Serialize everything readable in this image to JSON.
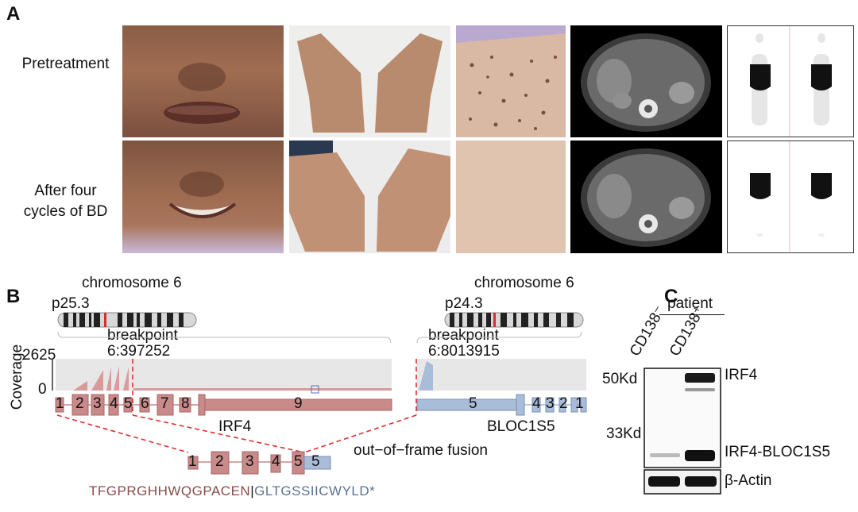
{
  "panelA": {
    "letter": "A",
    "row_labels": {
      "pre": "Pretreatment",
      "post_line1": "After four",
      "post_line2": "cycles of BD"
    },
    "images": [
      "face-pretreatment-photo",
      "hands-pretreatment-photo",
      "back-skin-pretreatment-photo",
      "ct-abdomen-pretreatment-scan",
      "pet-whole-body-pretreatment-scan",
      "face-post-treatment-photo",
      "hands-post-treatment-photo",
      "back-skin-post-treatment-photo",
      "ct-abdomen-post-treatment-scan",
      "pet-whole-body-post-treatment-scan"
    ]
  },
  "panelB": {
    "letter": "B",
    "left": {
      "chrom_title": "chromosome 6",
      "band": "p25.3",
      "bp_label": "breakpoint",
      "bp_coord": "6:397252",
      "gene": "IRF4",
      "exons": [
        "1",
        "2",
        "3",
        "4",
        "5",
        "6",
        "7",
        "8",
        "9"
      ]
    },
    "right": {
      "chrom_title": "chromosome 6",
      "band": "p24.3",
      "bp_label": "breakpoint",
      "bp_coord": "6:8013915",
      "gene": "BLOC1S5",
      "exons": [
        "5",
        "4",
        "3",
        "2",
        "1"
      ]
    },
    "coverage": {
      "axis_label": "Coverage",
      "max": "2625",
      "min": "0"
    },
    "fusion": {
      "label": "out−of−frame fusion",
      "exons": [
        "1",
        "2",
        "3",
        "4",
        "5",
        "5"
      ],
      "seq_left": "TFGPRGHHWQGPACEN",
      "sep": "|",
      "seq_right": "GLTGSSIICWYLD*"
    },
    "colors": {
      "irf4": "#c98a8a",
      "bloc": "#a9bcd8",
      "dash": "#e03030",
      "seq_left": "#8a4a4a",
      "seq_right": "#5a7290"
    }
  },
  "panelC": {
    "letter": "C",
    "group": "patient",
    "lanes": [
      "CD138⁻",
      "CD138⁺"
    ],
    "mw": [
      "50Kd",
      "33Kd"
    ],
    "bands": [
      "IRF4",
      "IRF4-BLOC1S5",
      "β-Actin"
    ]
  }
}
